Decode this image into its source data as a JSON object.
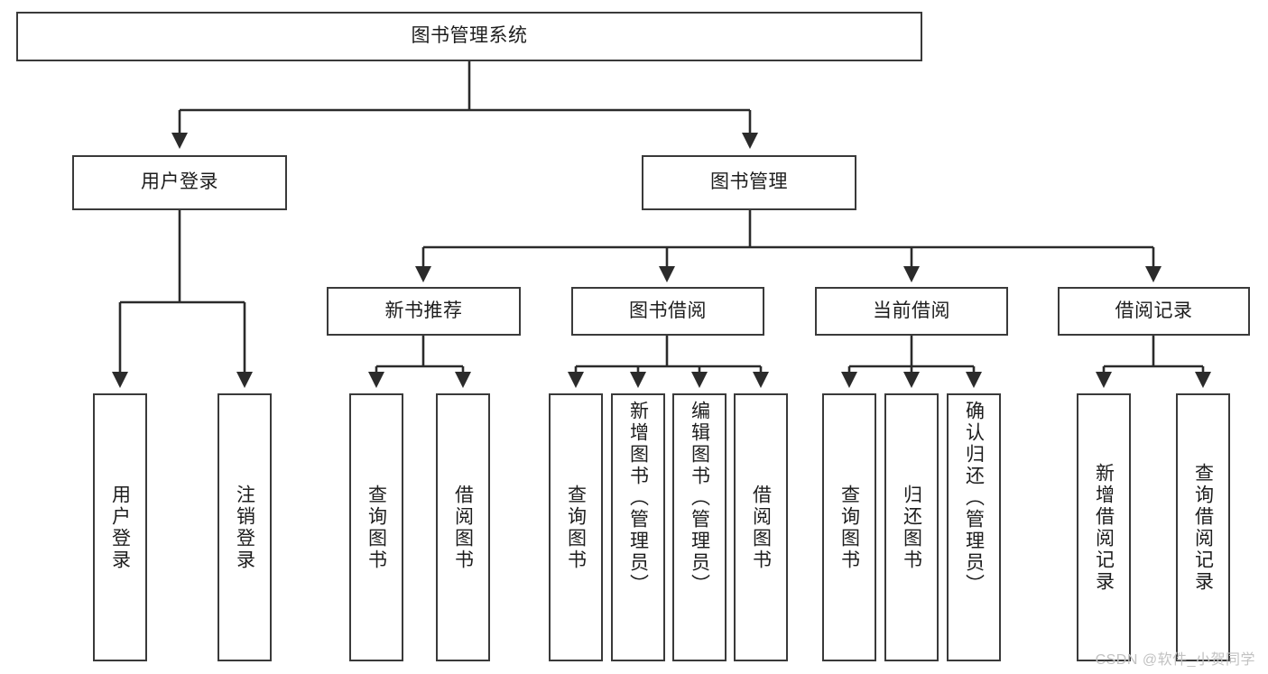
{
  "diagram": {
    "title": "图书管理系统",
    "type": "tree-hierarchy-diagram",
    "watermark": "CSDN @软件_小贺同学",
    "colors": {
      "box_border": "#3a3a3a",
      "box_fill": "#ffffff",
      "edge": "#2b2b2b",
      "text": "#1d1d1d",
      "watermark": "#c2c2c2",
      "background": "#ffffff"
    },
    "nodes": {
      "root": {
        "label": "图书管理系统",
        "orientation": "horizontal"
      },
      "level1": [
        {
          "id": "user-login",
          "label": "用户登录",
          "orientation": "horizontal"
        },
        {
          "id": "book-manage",
          "label": "图书管理",
          "orientation": "horizontal"
        }
      ],
      "level2": [
        {
          "id": "new-book-recommend",
          "label": "新书推荐",
          "orientation": "horizontal"
        },
        {
          "id": "book-borrow",
          "label": "图书借阅",
          "orientation": "horizontal"
        },
        {
          "id": "current-borrow",
          "label": "当前借阅",
          "orientation": "horizontal"
        },
        {
          "id": "borrow-record",
          "label": "借阅记录",
          "orientation": "horizontal"
        }
      ],
      "leaves": {
        "user_login": [
          {
            "id": "leaf-user-login",
            "label": "用户登录",
            "orientation": "vertical"
          },
          {
            "id": "leaf-logout-login",
            "label": "注销登录",
            "orientation": "vertical"
          }
        ],
        "new_book_recommend": [
          {
            "id": "leaf-query-book-1",
            "label": "查询图书",
            "orientation": "vertical"
          },
          {
            "id": "leaf-borrow-book-1",
            "label": "借阅图书",
            "orientation": "vertical"
          }
        ],
        "book_borrow": [
          {
            "id": "leaf-query-book-2",
            "label": "查询图书",
            "orientation": "vertical"
          },
          {
            "id": "leaf-add-book-admin",
            "label": "新增图书（管理员）",
            "orientation": "vertical"
          },
          {
            "id": "leaf-edit-book-admin",
            "label": "编辑图书（管理员）",
            "orientation": "vertical"
          },
          {
            "id": "leaf-borrow-book-2",
            "label": "借阅图书",
            "orientation": "vertical"
          }
        ],
        "current_borrow": [
          {
            "id": "leaf-query-book-3",
            "label": "查询图书",
            "orientation": "vertical"
          },
          {
            "id": "leaf-return-book",
            "label": "归还图书",
            "orientation": "vertical"
          },
          {
            "id": "leaf-confirm-return-admin",
            "label": "确认归还（管理员）",
            "orientation": "vertical"
          }
        ],
        "borrow_record": [
          {
            "id": "leaf-add-borrow-record",
            "label": "新增借阅记录",
            "orientation": "vertical"
          },
          {
            "id": "leaf-query-borrow-record",
            "label": "查询借阅记录",
            "orientation": "vertical"
          }
        ]
      }
    }
  }
}
